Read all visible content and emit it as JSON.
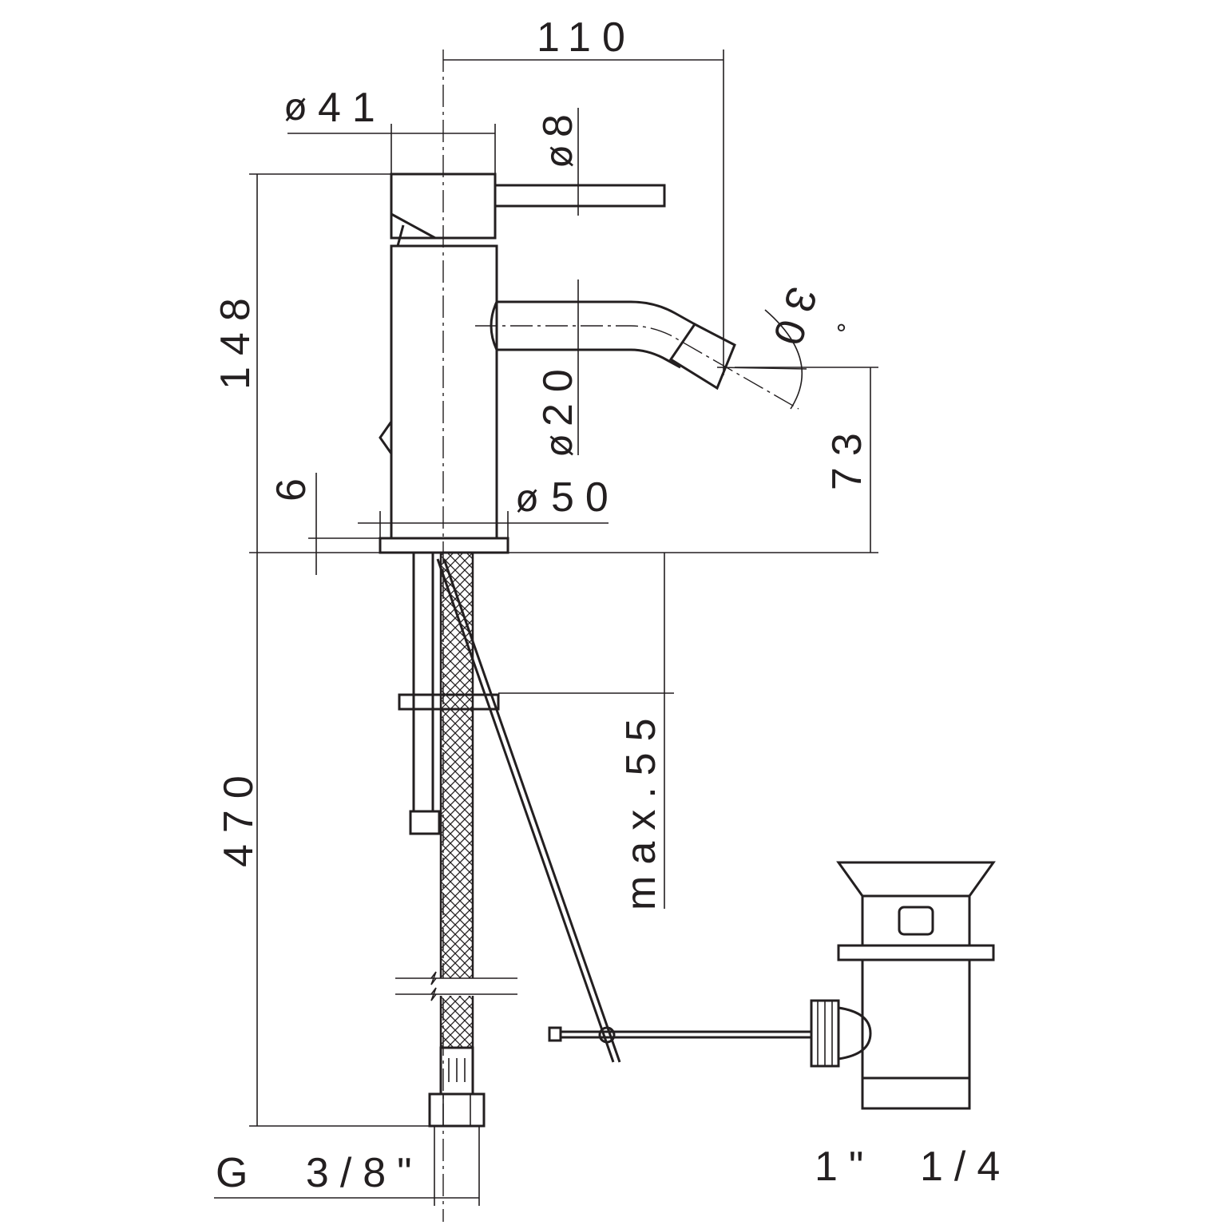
{
  "dimensions": {
    "width_total": "110",
    "base_diameter_body": "41",
    "handle_diameter": "8",
    "height_total": "148",
    "angle": "30",
    "angle_unit": "°",
    "spout_diameter": "20",
    "spout_height": "73",
    "base_thickness": "6",
    "base_diameter": "50",
    "hose_length": "470",
    "max_thickness": "max.55",
    "hose_thread": "G 3/8\"",
    "waste_size_inch": "1\"",
    "waste_size_fraction": "1/4"
  },
  "diameter_symbol": "ø"
}
